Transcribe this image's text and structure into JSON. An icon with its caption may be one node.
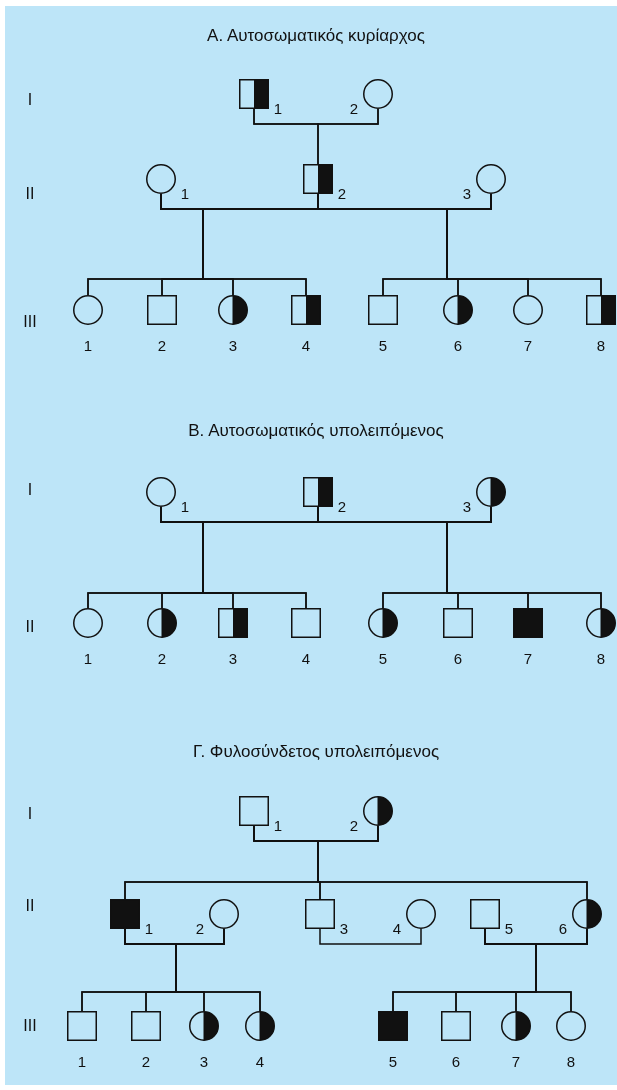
{
  "diagram": {
    "nodes": [
      {
        "text": [],
        "shape": "half-filled-box",
        "beside": [
          "1"
        ]
      },
      {
        "text": [],
        "shape": "circle",
        "beside": [
          "2"
        ]
      },
      {
        "text": [],
        "shape": "circle",
        "beside": [
          "1"
        ]
      },
      {
        "text": [],
        "shape": "half-filled-box",
        "beside": [
          "2"
        ]
      },
      {
        "text": [],
        "shape": "circle",
        "beside": [
          "3"
        ]
      },
      {
        "text": [],
        "shape": "circle",
        "beside": [
          "1"
        ]
      },
      {
        "text": [],
        "shape": "box",
        "beside": [
          "2"
        ]
      },
      {
        "text": [],
        "shape": "half-filled-circle",
        "beside": [
          "3"
        ]
      },
      {
        "text": [],
        "shape": "half-filled-box",
        "beside": [
          "4"
        ]
      },
      {
        "text": [],
        "shape": "box",
        "beside": [
          "5"
        ]
      },
      {
        "text": [],
        "shape": "half-filled-circle",
        "beside": [
          "6"
        ]
      },
      {
        "text": [],
        "shape": "circle",
        "beside": [
          "7"
        ]
      },
      {
        "text": [],
        "shape": "half-filled-box",
        "beside": [
          "8"
        ]
      },
      {
        "text": [],
        "shape": "circle",
        "beside": [
          "1"
        ]
      },
      {
        "text": [],
        "shape": "half-filled-box",
        "beside": [
          "2"
        ]
      },
      {
        "text": [],
        "shape": "half-filled-circle",
        "beside": [
          "3"
        ]
      },
      {
        "text": [],
        "shape": "circle",
        "beside": [
          "1"
        ]
      },
      {
        "text": [],
        "shape": "half-filled-circle",
        "beside": [
          "2"
        ]
      },
      {
        "text": [],
        "shape": "half-filled-box",
        "beside": [
          "3"
        ]
      },
      {
        "text": [],
        "shape": "box",
        "beside": [
          "4"
        ]
      },
      {
        "text": [],
        "shape": "half-filled-circle",
        "beside": [
          "5"
        ]
      },
      {
        "text": [],
        "shape": "box",
        "beside": [
          "6"
        ]
      },
      {
        "text": [],
        "shape": "filled-box",
        "beside": [
          "7"
        ]
      },
      {
        "text": [],
        "shape": "half-filled-circle",
        "beside": [
          "8"
        ]
      },
      {
        "text": [],
        "shape": "box",
        "beside": [
          "1"
        ]
      },
      {
        "text": [],
        "shape": "half-filled-circle",
        "beside": [
          "2"
        ]
      },
      {
        "text": [],
        "shape": "filled-box",
        "beside": [
          "1"
        ]
      },
      {
        "text": [],
        "shape": "circle",
        "beside": [
          "2"
        ]
      },
      {
        "text": [],
        "shape": "box",
        "beside": [
          "3"
        ]
      },
      {
        "text": [],
        "shape": "circle",
        "beside": [
          "4"
        ]
      },
      {
        "text": [],
        "shape": "box",
        "beside": [
          "5"
        ]
      },
      {
        "text": [],
        "shape": "half-filled-circle",
        "beside": [
          "6"
        ]
      },
      {
        "text": [],
        "shape": "box",
        "beside": [
          "1"
        ]
      },
      {
        "text": [],
        "shape": "box",
        "beside": [
          "2"
        ]
      },
      {
        "text": [],
        "shape": "half-filled-circle",
        "beside": [
          "3"
        ]
      },
      {
        "text": [],
        "shape": "half-filled-circle",
        "beside": [
          "4"
        ]
      },
      {
        "text": [],
        "shape": "filled-box",
        "beside": [
          "5"
        ]
      },
      {
        "text": [],
        "shape": "box",
        "beside": [
          "6"
        ]
      },
      {
        "text": [],
        "shape": "half-filled-circle",
        "beside": [
          "7"
        ]
      },
      {
        "text": [],
        "shape": "circle",
        "beside": [
          "8"
        ]
      }
    ],
    "edges": [
      {
        "from": 0,
        "to": 1,
        "arrow": "none"
      },
      {
        "from": 0,
        "to": 3,
        "arrow": "none"
      },
      {
        "from": 1,
        "to": 3,
        "arrow": "none"
      },
      {
        "from": 2,
        "to": 3,
        "arrow": "none"
      },
      {
        "from": 3,
        "to": 4,
        "arrow": "none"
      },
      {
        "from": 2,
        "to": 5,
        "arrow": "none"
      },
      {
        "from": 2,
        "to": 6,
        "arrow": "none"
      },
      {
        "from": 2,
        "to": 7,
        "arrow": "none"
      },
      {
        "from": 2,
        "to": 8,
        "arrow": "none"
      },
      {
        "from": 3,
        "to": 5,
        "arrow": "none"
      },
      {
        "from": 3,
        "to": 6,
        "arrow": "none"
      },
      {
        "from": 3,
        "to": 7,
        "arrow": "none"
      },
      {
        "from": 3,
        "to": 8,
        "arrow": "none"
      },
      {
        "from": 3,
        "to": 9,
        "arrow": "none"
      },
      {
        "from": 3,
        "to": 10,
        "arrow": "none"
      },
      {
        "from": 3,
        "to": 11,
        "arrow": "none"
      },
      {
        "from": 3,
        "to": 12,
        "arrow": "none"
      },
      {
        "from": 4,
        "to": 9,
        "arrow": "none"
      },
      {
        "from": 4,
        "to": 10,
        "arrow": "none"
      },
      {
        "from": 4,
        "to": 11,
        "arrow": "none"
      },
      {
        "from": 4,
        "to": 12,
        "arrow": "none"
      },
      {
        "from": 13,
        "to": 14,
        "arrow": "none"
      },
      {
        "from": 14,
        "to": 15,
        "arrow": "none"
      },
      {
        "from": 13,
        "to": 16,
        "arrow": "none"
      },
      {
        "from": 13,
        "to": 17,
        "arrow": "none"
      },
      {
        "from": 13,
        "to": 18,
        "arrow": "none"
      },
      {
        "from": 13,
        "to": 19,
        "arrow": "none"
      },
      {
        "from": 14,
        "to": 16,
        "arrow": "none"
      },
      {
        "from": 14,
        "to": 17,
        "arrow": "none"
      },
      {
        "from": 14,
        "to": 18,
        "arrow": "none"
      },
      {
        "from": 14,
        "to": 19,
        "arrow": "none"
      },
      {
        "from": 14,
        "to": 20,
        "arrow": "none"
      },
      {
        "from": 14,
        "to": 21,
        "arrow": "none"
      },
      {
        "from": 14,
        "to": 22,
        "arrow": "none"
      },
      {
        "from": 14,
        "to": 23,
        "arrow": "none"
      },
      {
        "from": 15,
        "to": 20,
        "arrow": "none"
      },
      {
        "from": 15,
        "to": 21,
        "arrow": "none"
      },
      {
        "from": 15,
        "to": 22,
        "arrow": "none"
      },
      {
        "from": 15,
        "to": 23,
        "arrow": "none"
      },
      {
        "from": 24,
        "to": 25,
        "arrow": "none"
      },
      {
        "from": 24,
        "to": 26,
        "arrow": "none"
      },
      {
        "from": 24,
        "to": 28,
        "arrow": "none"
      },
      {
        "from": 24,
        "to": 31,
        "arrow": "none"
      },
      {
        "from": 25,
        "to": 26,
        "arrow": "none"
      },
      {
        "from": 25,
        "to": 28,
        "arrow": "none"
      },
      {
        "from": 25,
        "to": 31,
        "arrow": "none"
      },
      {
        "from": 26,
        "to": 27,
        "arrow": "none"
      },
      {
        "from": 28,
        "to": 29,
        "arrow": "none"
      },
      {
        "from": 30,
        "to": 31,
        "arrow": "none"
      },
      {
        "from": 26,
        "to": 32,
        "arrow": "none"
      },
      {
        "from": 26,
        "to": 33,
        "arrow": "none"
      },
      {
        "from": 26,
        "to": 34,
        "arrow": "none"
      },
      {
        "from": 26,
        "to": 35,
        "arrow": "none"
      },
      {
        "from": 27,
        "to": 32,
        "arrow": "none"
      },
      {
        "from": 27,
        "to": 33,
        "arrow": "none"
      },
      {
        "from": 27,
        "to": 34,
        "arrow": "none"
      },
      {
        "from": 27,
        "to": 35,
        "arrow": "none"
      },
      {
        "from": 30,
        "to": 36,
        "arrow": "none"
      },
      {
        "from": 30,
        "to": 37,
        "arrow": "none"
      },
      {
        "from": 30,
        "to": 38,
        "arrow": "none"
      },
      {
        "from": 30,
        "to": 39,
        "arrow": "none"
      },
      {
        "from": 31,
        "to": 36,
        "arrow": "none"
      },
      {
        "from": 31,
        "to": 37,
        "arrow": "none"
      },
      {
        "from": 31,
        "to": 38,
        "arrow": "none"
      },
      {
        "from": 31,
        "to": 39,
        "arrow": "none"
      }
    ],
    "labels": [
      "Α. Αυτοσωματικός κυρίαρχος",
      "I",
      "II",
      "III",
      "Β. Αυτοσωματικός υπολειπόμενος",
      "I",
      "II",
      "Γ. Φυλοσύνδετος υπολειπόμενος",
      "I",
      "II",
      "III"
    ]
  }
}
